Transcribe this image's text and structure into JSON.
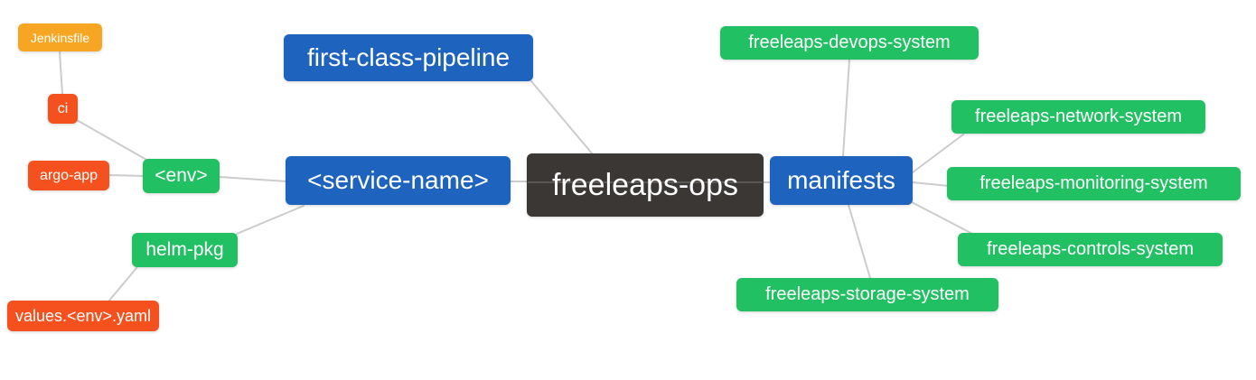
{
  "diagram": {
    "type": "mindmap",
    "root": "freeleaps-ops"
  },
  "colors": {
    "root_bg": "#3b3735",
    "branch_bg": "#1e63bd",
    "green_bg": "#21c063",
    "red_bg": "#f4511e",
    "orange_bg": "#f6a623",
    "edge": "#cccccc",
    "text": "#ffffff",
    "background": "#ffffff"
  },
  "nodes": [
    {
      "id": "freeleaps-ops",
      "label": "freeleaps-ops",
      "level": "root",
      "color": "#3b3735"
    },
    {
      "id": "first-class-pipeline",
      "label": "first-class-pipeline",
      "level": "branch",
      "color": "#1e63bd"
    },
    {
      "id": "service-name",
      "label": "<service-name>",
      "level": "branch",
      "color": "#1e63bd"
    },
    {
      "id": "manifests",
      "label": "manifests",
      "level": "branch",
      "color": "#1e63bd"
    },
    {
      "id": "env",
      "label": "<env>",
      "level": "leaf",
      "color": "#21c063"
    },
    {
      "id": "helm-pkg",
      "label": "helm-pkg",
      "level": "leaf",
      "color": "#21c063"
    },
    {
      "id": "ci",
      "label": "ci",
      "level": "leaf",
      "color": "#f4511e"
    },
    {
      "id": "argo-app",
      "label": "argo-app",
      "level": "leaf",
      "color": "#f4511e"
    },
    {
      "id": "jenkinsfile",
      "label": "Jenkinsfile",
      "level": "leaf",
      "color": "#f6a623"
    },
    {
      "id": "values-env-yaml",
      "label": "values.<env>.yaml",
      "level": "leaf",
      "color": "#f4511e"
    },
    {
      "id": "freeleaps-devops-system",
      "label": "freeleaps-devops-system",
      "level": "leaf",
      "color": "#21c063"
    },
    {
      "id": "freeleaps-network-system",
      "label": "freeleaps-network-system",
      "level": "leaf",
      "color": "#21c063"
    },
    {
      "id": "freeleaps-monitoring-system",
      "label": "freeleaps-monitoring-system",
      "level": "leaf",
      "color": "#21c063"
    },
    {
      "id": "freeleaps-controls-system",
      "label": "freeleaps-controls-system",
      "level": "leaf",
      "color": "#21c063"
    },
    {
      "id": "freeleaps-storage-system",
      "label": "freeleaps-storage-system",
      "level": "leaf",
      "color": "#21c063"
    }
  ],
  "edges": [
    {
      "from": "freeleaps-ops",
      "to": "first-class-pipeline"
    },
    {
      "from": "freeleaps-ops",
      "to": "service-name"
    },
    {
      "from": "freeleaps-ops",
      "to": "manifests"
    },
    {
      "from": "service-name",
      "to": "env"
    },
    {
      "from": "service-name",
      "to": "helm-pkg"
    },
    {
      "from": "env",
      "to": "ci"
    },
    {
      "from": "env",
      "to": "argo-app"
    },
    {
      "from": "ci",
      "to": "jenkinsfile"
    },
    {
      "from": "helm-pkg",
      "to": "values-env-yaml"
    },
    {
      "from": "manifests",
      "to": "freeleaps-devops-system"
    },
    {
      "from": "manifests",
      "to": "freeleaps-network-system"
    },
    {
      "from": "manifests",
      "to": "freeleaps-monitoring-system"
    },
    {
      "from": "manifests",
      "to": "freeleaps-controls-system"
    },
    {
      "from": "manifests",
      "to": "freeleaps-storage-system"
    }
  ]
}
